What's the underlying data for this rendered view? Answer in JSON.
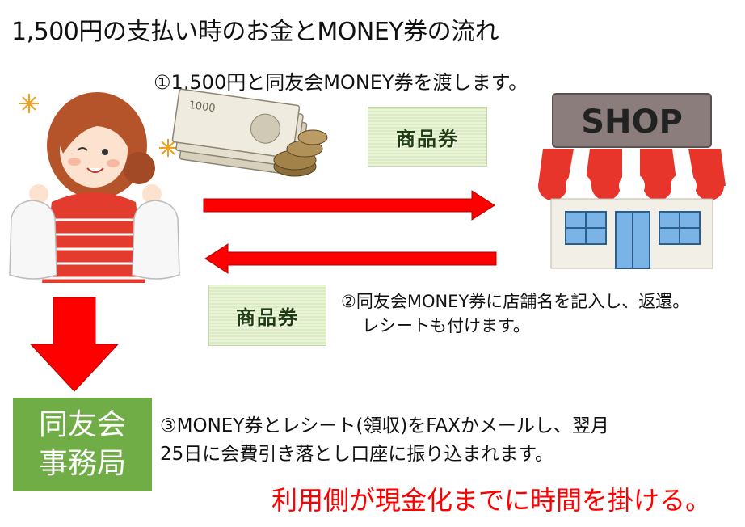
{
  "title": "1,500円の支払い時のお金とMONEY券の流れ",
  "steps": {
    "step1": "①1,500円と同友会MONEY券を渡します。",
    "step2_line1": "②同友会MONEY券に店舗名を記入し、返還。",
    "step2_line2": "レシートも付けます。",
    "step3_line1": "③MONEY券とレシート(領収)をFAXかメールし、翌月",
    "step3_line2": "25日に会費引き落とし口座に振り込まれます。"
  },
  "office": {
    "line1": "同友会",
    "line2": "事務局"
  },
  "ticket_label": "商品券",
  "shop_sign": "SHOP",
  "banknote_text": "1000",
  "slogan": "利用側が現金化までに時間を掛ける。",
  "colors": {
    "arrow": "#ff0000",
    "office_box": "#70ad47",
    "slogan": "#ff0000",
    "ticket_bg": "#e3f0cf",
    "awning_red": "#e8352b",
    "awning_white": "#ffffff"
  }
}
